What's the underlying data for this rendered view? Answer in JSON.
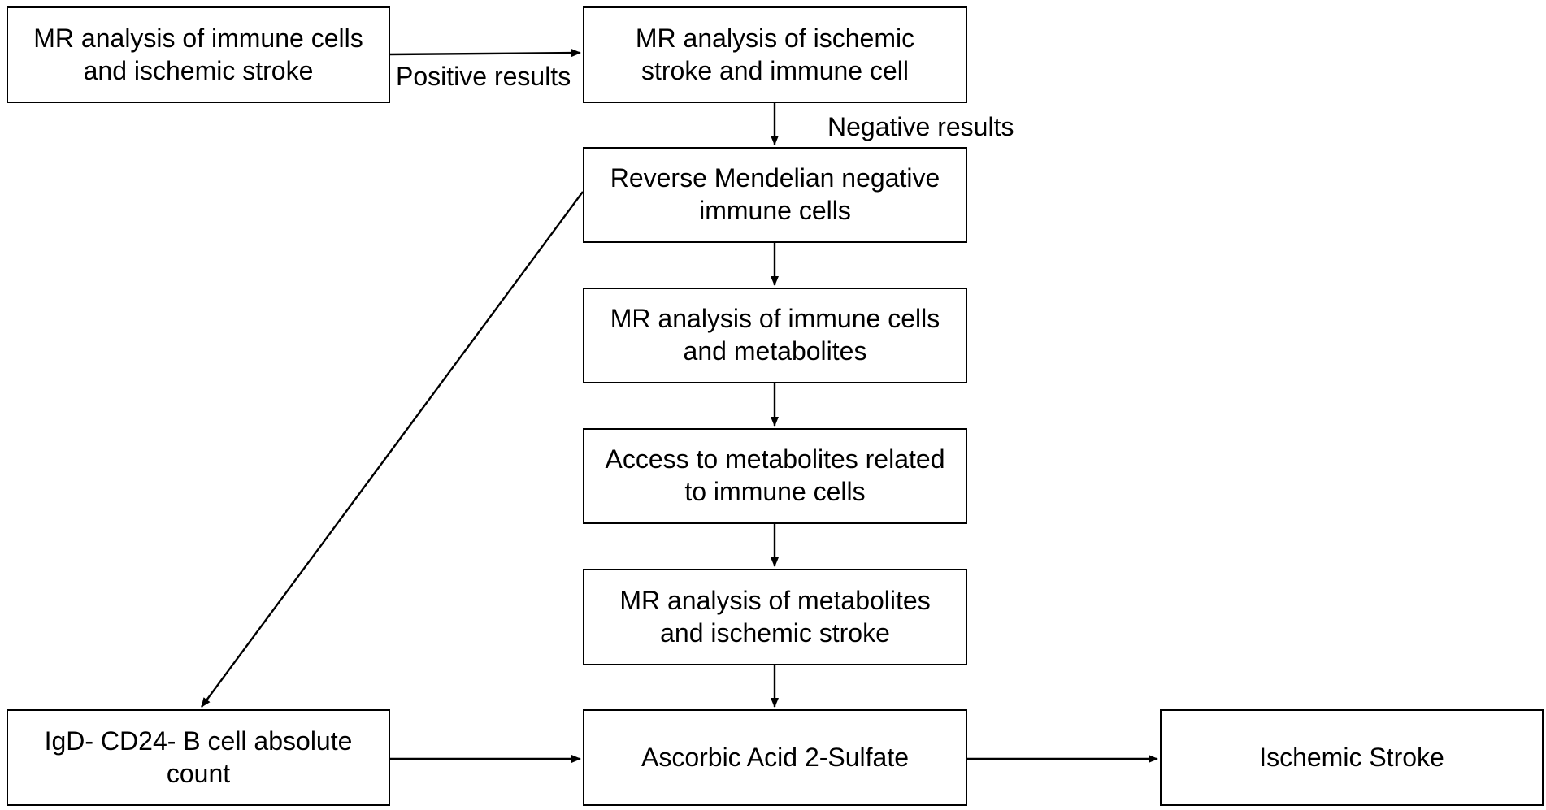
{
  "nodes": {
    "mr_immune_stroke": "MR analysis of immune cells\nand ischemic stroke",
    "mr_stroke_immune": "MR analysis of ischemic\nstroke and immune cell",
    "reverse_mendelian": "Reverse Mendelian negative\nimmune cells",
    "mr_immune_metabolites": "MR analysis of immune cells\nand metabolites",
    "access_metabolites": "Access to metabolites related\nto immune cells",
    "mr_metabolites_stroke": "MR analysis of metabolites\nand ischemic stroke",
    "igd_cd24_bcell": "IgD- CD24- B cell absolute\ncount",
    "ascorbic_acid": "Ascorbic Acid 2-Sulfate",
    "ischemic_stroke": "Ischemic Stroke"
  },
  "edges": {
    "positive_results": "Positive results",
    "negative_results": "Negative results"
  }
}
